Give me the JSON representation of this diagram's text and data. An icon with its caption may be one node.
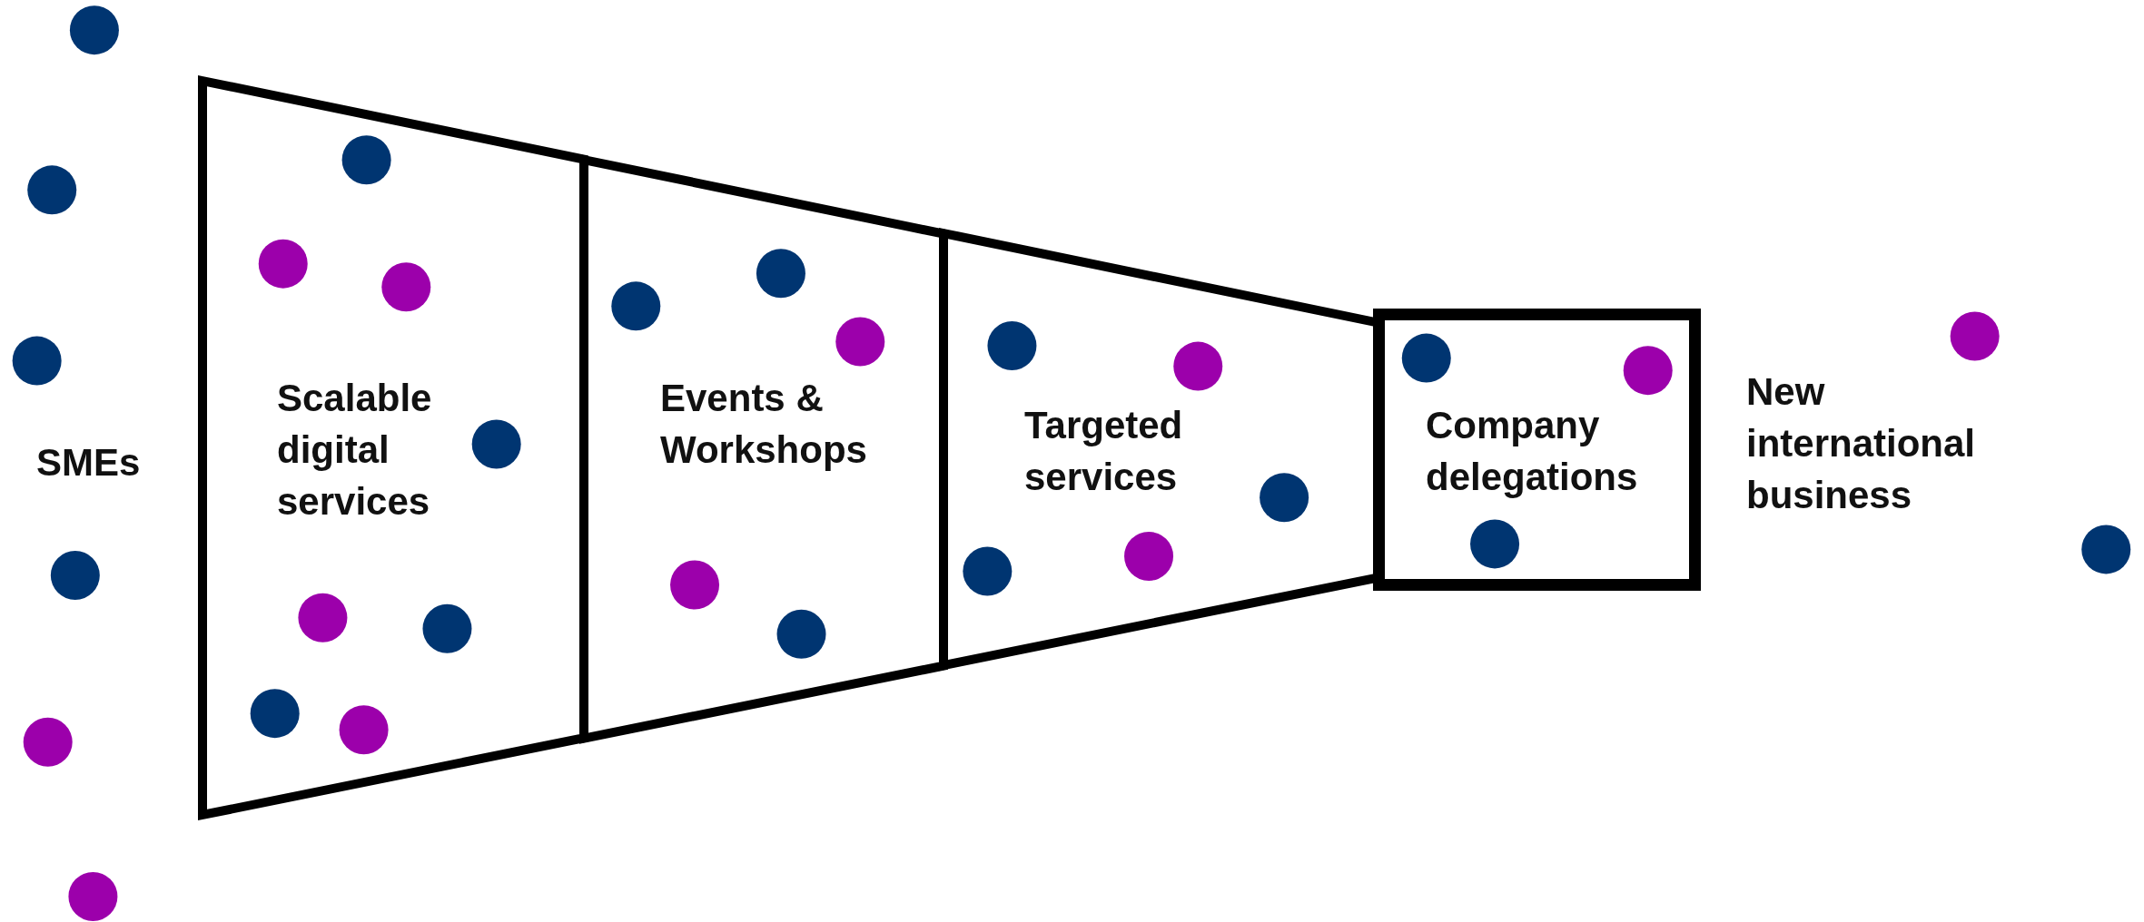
{
  "diagram": {
    "nodes": [
      {
        "text": [
          "Scalable digital services"
        ]
      },
      {
        "text": [
          "Events & Workshops"
        ]
      },
      {
        "text": [
          "Targeted services"
        ]
      },
      {
        "text": [
          "Company delegations"
        ]
      }
    ],
    "labels": [
      "SMEs",
      "New international business"
    ]
  }
}
